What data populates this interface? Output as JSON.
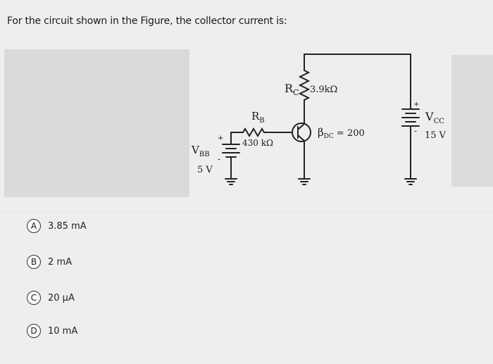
{
  "question": "For the circuit shown in the Figure, the collector current is:",
  "figure": {
    "rc_label": "R",
    "rc_sub": "C",
    "rc_value": "3.9kΩ",
    "rb_label": "R",
    "rb_sub": "B",
    "rb_value": "430 kΩ",
    "beta_label": "β",
    "beta_sub": "DC",
    "beta_value": " = 200",
    "vbb_label": "V",
    "vbb_sub": "BB",
    "vbb_value": "5 V",
    "vcc_label": "V",
    "vcc_sub": "CC",
    "vcc_value": "15 V",
    "plus_sign": "+",
    "minus_sign": "-"
  },
  "options": [
    {
      "letter": "A",
      "text": "3.85 mA"
    },
    {
      "letter": "B",
      "text": "2 mA"
    },
    {
      "letter": "C",
      "text": "20 μA"
    },
    {
      "letter": "D",
      "text": "10 mA"
    }
  ]
}
